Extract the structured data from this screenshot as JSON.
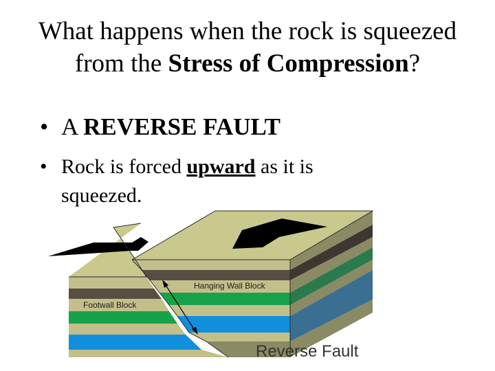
{
  "title": {
    "line1": "What happens when the rock is squeezed",
    "line2_prefix": "from the ",
    "line2_bold": "Stress of Compression",
    "line2_suffix": "?"
  },
  "bullets": [
    {
      "marker": "•",
      "prefix": "A ",
      "bold": "REVERSE FAULT"
    },
    {
      "marker": "•",
      "prefix": "Rock is forced ",
      "underlined": "upward",
      "suffix": " as it is squeezed."
    }
  ],
  "diagram": {
    "hanging_wall_label": "Hanging Wall Block",
    "footwall_label": "Footwall Block",
    "fault_label": "Reverse Fault",
    "colors": {
      "top_surface": "#c9c98e",
      "sand": "#c3bf8a",
      "dark_brown": "#574e44",
      "green": "#16a24a",
      "blue": "#128fdc",
      "side_tan": "#8a8a64",
      "side_brown": "#3e3731",
      "side_green": "#2a7a4e",
      "side_blue": "#3b6f91",
      "arrow": "#000000"
    }
  }
}
